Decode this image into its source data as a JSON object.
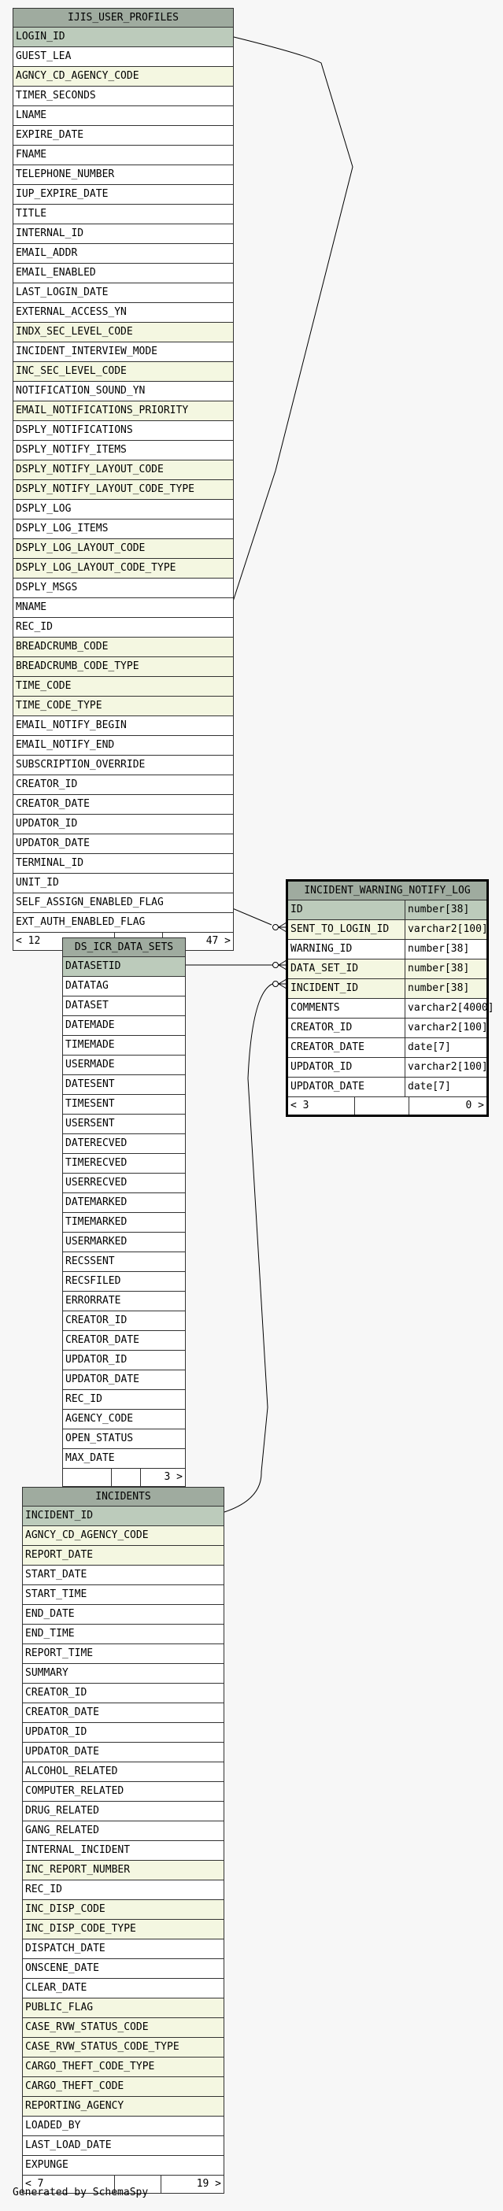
{
  "tables": [
    {
      "name": "IJIS_USER_PROFILES",
      "key": "ijis",
      "columns": [
        {
          "name": "LOGIN_ID",
          "kind": "pk"
        },
        {
          "name": "GUEST_LEA"
        },
        {
          "name": "AGNCY_CD_AGENCY_CODE",
          "kind": "fk"
        },
        {
          "name": "TIMER_SECONDS"
        },
        {
          "name": "LNAME"
        },
        {
          "name": "EXPIRE_DATE"
        },
        {
          "name": "FNAME"
        },
        {
          "name": "TELEPHONE_NUMBER"
        },
        {
          "name": "IUP_EXPIRE_DATE"
        },
        {
          "name": "TITLE"
        },
        {
          "name": "INTERNAL_ID"
        },
        {
          "name": "EMAIL_ADDR"
        },
        {
          "name": "EMAIL_ENABLED"
        },
        {
          "name": "LAST_LOGIN_DATE"
        },
        {
          "name": "EXTERNAL_ACCESS_YN"
        },
        {
          "name": "INDX_SEC_LEVEL_CODE",
          "kind": "fk"
        },
        {
          "name": "INCIDENT_INTERVIEW_MODE"
        },
        {
          "name": "INC_SEC_LEVEL_CODE",
          "kind": "fk"
        },
        {
          "name": "NOTIFICATION_SOUND_YN"
        },
        {
          "name": "EMAIL_NOTIFICATIONS_PRIORITY",
          "kind": "fk"
        },
        {
          "name": "DSPLY_NOTIFICATIONS"
        },
        {
          "name": "DSPLY_NOTIFY_ITEMS"
        },
        {
          "name": "DSPLY_NOTIFY_LAYOUT_CODE",
          "kind": "fk"
        },
        {
          "name": "DSPLY_NOTIFY_LAYOUT_CODE_TYPE",
          "kind": "fk"
        },
        {
          "name": "DSPLY_LOG"
        },
        {
          "name": "DSPLY_LOG_ITEMS"
        },
        {
          "name": "DSPLY_LOG_LAYOUT_CODE",
          "kind": "fk"
        },
        {
          "name": "DSPLY_LOG_LAYOUT_CODE_TYPE",
          "kind": "fk"
        },
        {
          "name": "DSPLY_MSGS"
        },
        {
          "name": "MNAME"
        },
        {
          "name": "REC_ID"
        },
        {
          "name": "BREADCRUMB_CODE",
          "kind": "fk"
        },
        {
          "name": "BREADCRUMB_CODE_TYPE",
          "kind": "fk"
        },
        {
          "name": "TIME_CODE",
          "kind": "fk"
        },
        {
          "name": "TIME_CODE_TYPE",
          "kind": "fk"
        },
        {
          "name": "EMAIL_NOTIFY_BEGIN"
        },
        {
          "name": "EMAIL_NOTIFY_END"
        },
        {
          "name": "SUBSCRIPTION_OVERRIDE"
        },
        {
          "name": "CREATOR_ID"
        },
        {
          "name": "CREATOR_DATE"
        },
        {
          "name": "UPDATOR_ID"
        },
        {
          "name": "UPDATOR_DATE"
        },
        {
          "name": "TERMINAL_ID"
        },
        {
          "name": "UNIT_ID"
        },
        {
          "name": "SELF_ASSIGN_ENABLED_FLAG"
        },
        {
          "name": "EXT_AUTH_ENABLED_FLAG"
        }
      ],
      "footer": [
        "< 12",
        "",
        "47 >"
      ]
    },
    {
      "name": "INCIDENT_WARNING_NOTIFY_LOG",
      "key": "iwnl",
      "focus": true,
      "columns": [
        {
          "name": "ID",
          "type": "number[38]",
          "kind": "pk"
        },
        {
          "name": "SENT_TO_LOGIN_ID",
          "type": "varchar2[100]",
          "kind": "fk"
        },
        {
          "name": "WARNING_ID",
          "type": "number[38]"
        },
        {
          "name": "DATA_SET_ID",
          "type": "number[38]",
          "kind": "fk"
        },
        {
          "name": "INCIDENT_ID",
          "type": "number[38]",
          "kind": "fk"
        },
        {
          "name": "COMMENTS",
          "type": "varchar2[4000]"
        },
        {
          "name": "CREATOR_ID",
          "type": "varchar2[100]"
        },
        {
          "name": "CREATOR_DATE",
          "type": "date[7]"
        },
        {
          "name": "UPDATOR_ID",
          "type": "varchar2[100]"
        },
        {
          "name": "UPDATOR_DATE",
          "type": "date[7]"
        }
      ],
      "footer": [
        "< 3",
        "",
        "0 >"
      ]
    },
    {
      "name": "DS_ICR_DATA_SETS",
      "key": "ds",
      "columns": [
        {
          "name": "DATASETID",
          "kind": "pk"
        },
        {
          "name": "DATATAG"
        },
        {
          "name": "DATASET"
        },
        {
          "name": "DATEMADE"
        },
        {
          "name": "TIMEMADE"
        },
        {
          "name": "USERMADE"
        },
        {
          "name": "DATESENT"
        },
        {
          "name": "TIMESENT"
        },
        {
          "name": "USERSENT"
        },
        {
          "name": "DATERECVED"
        },
        {
          "name": "TIMERECVED"
        },
        {
          "name": "USERRECVED"
        },
        {
          "name": "DATEMARKED"
        },
        {
          "name": "TIMEMARKED"
        },
        {
          "name": "USERMARKED"
        },
        {
          "name": "RECSSENT"
        },
        {
          "name": "RECSFILED"
        },
        {
          "name": "ERRORRATE"
        },
        {
          "name": "CREATOR_ID"
        },
        {
          "name": "CREATOR_DATE"
        },
        {
          "name": "UPDATOR_ID"
        },
        {
          "name": "UPDATOR_DATE"
        },
        {
          "name": "REC_ID"
        },
        {
          "name": "AGENCY_CODE"
        },
        {
          "name": "OPEN_STATUS"
        },
        {
          "name": "MAX_DATE"
        }
      ],
      "footer": [
        "",
        "",
        "3 >"
      ]
    },
    {
      "name": "INCIDENTS",
      "key": "inc",
      "columns": [
        {
          "name": "INCIDENT_ID",
          "kind": "pk"
        },
        {
          "name": "AGNCY_CD_AGENCY_CODE",
          "kind": "fk"
        },
        {
          "name": "REPORT_DATE",
          "kind": "fk"
        },
        {
          "name": "START_DATE"
        },
        {
          "name": "START_TIME"
        },
        {
          "name": "END_DATE"
        },
        {
          "name": "END_TIME"
        },
        {
          "name": "REPORT_TIME"
        },
        {
          "name": "SUMMARY"
        },
        {
          "name": "CREATOR_ID"
        },
        {
          "name": "CREATOR_DATE"
        },
        {
          "name": "UPDATOR_ID"
        },
        {
          "name": "UPDATOR_DATE"
        },
        {
          "name": "ALCOHOL_RELATED"
        },
        {
          "name": "COMPUTER_RELATED"
        },
        {
          "name": "DRUG_RELATED"
        },
        {
          "name": "GANG_RELATED"
        },
        {
          "name": "INTERNAL_INCIDENT"
        },
        {
          "name": "INC_REPORT_NUMBER",
          "kind": "fk"
        },
        {
          "name": "REC_ID"
        },
        {
          "name": "INC_DISP_CODE",
          "kind": "fk"
        },
        {
          "name": "INC_DISP_CODE_TYPE",
          "kind": "fk"
        },
        {
          "name": "DISPATCH_DATE"
        },
        {
          "name": "ONSCENE_DATE"
        },
        {
          "name": "CLEAR_DATE"
        },
        {
          "name": "PUBLIC_FLAG",
          "kind": "fk"
        },
        {
          "name": "CASE_RVW_STATUS_CODE",
          "kind": "fk"
        },
        {
          "name": "CASE_RVW_STATUS_CODE_TYPE",
          "kind": "fk"
        },
        {
          "name": "CARGO_THEFT_CODE_TYPE",
          "kind": "fk"
        },
        {
          "name": "CARGO_THEFT_CODE",
          "kind": "fk"
        },
        {
          "name": "REPORTING_AGENCY",
          "kind": "fk"
        },
        {
          "name": "LOADED_BY"
        },
        {
          "name": "LAST_LOAD_DATE"
        },
        {
          "name": "EXPUNGE"
        }
      ],
      "footer": [
        "< 7",
        "",
        "19 >"
      ]
    }
  ],
  "relationships": [
    {
      "from": "IJIS_USER_PROFILES.LOGIN_ID",
      "to": "INCIDENT_WARNING_NOTIFY_LOG.SENT_TO_LOGIN_ID"
    },
    {
      "from": "DS_ICR_DATA_SETS.DATASETID",
      "to": "INCIDENT_WARNING_NOTIFY_LOG.DATA_SET_ID"
    },
    {
      "from": "INCIDENTS.INCIDENT_ID",
      "to": "INCIDENT_WARNING_NOTIFY_LOG.INCIDENT_ID"
    }
  ],
  "colors": {
    "header": "#9fab9f",
    "primary_key_row": "#bccbbb",
    "foreign_key_row": "#f4f7e1",
    "background": "#f7f7f7"
  },
  "generated_by": "Generated by SchemaSpy"
}
